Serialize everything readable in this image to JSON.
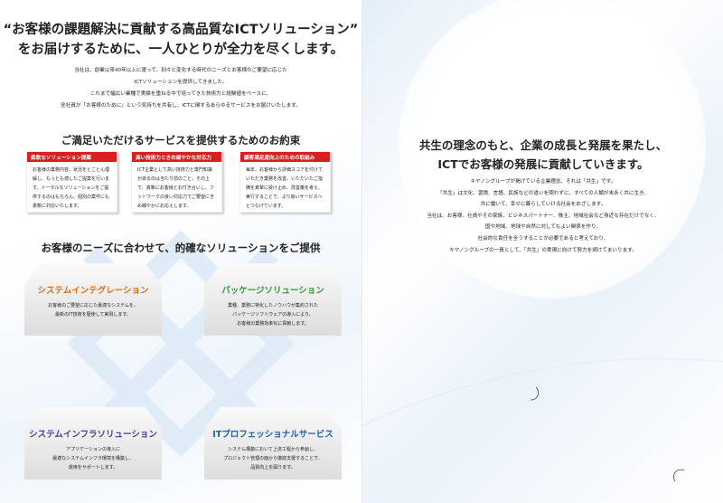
{
  "left": {
    "headline": [
      "“お客様の課題解決に貢献する高品質なICTソリューション”",
      "をお届けするために、一人ひとりが全力を尽くします。"
    ],
    "intro": [
      "当社は、創業以来40年以上に渡って、刻々と変化する時代のニーズとお客様のご要望に応じた",
      "ICTソリューションを提供してきました。",
      "これまで幅広い業種で実績を重ねる中で培ってきた技術力と経験値をベースに、",
      "全社員が「お客様のために」という気持ちを共有し、ICTに関するあらゆるサービスをお届けいたします。"
    ],
    "promise_title": "ご満足いただけるサービスを提供するためのお約束",
    "promises": [
      {
        "title": "柔軟なソリューション提案",
        "body": "お客様の業務内容、状況をとことん理解し、もっとも適したご提案を行います。トータルなソリューションをご提供するのはもちろん、個別の案件にも柔軟に対応いたします。"
      },
      {
        "title": "高い技術力ときめ細やかな対応力",
        "body": "ICT企業として高い技術力と専門知識があるのは当たり前のこと。その上で、真摯にお客様とお付き合いし、フットワークの良い対応力でご要望にきめ細やかにお応えします。"
      },
      {
        "title": "顧客満足度向上のための取組み",
        "body": "毎年、お客様から評価スコアを付けていただき業務を改善。いただいたご指摘を真摯に受け止め、改善策を考え、実行することで、より良いサービスへとつなげています。"
      }
    ],
    "solutions_title": "お客様のニーズに合わせて、的確なソリューションをご提供",
    "solutions": [
      {
        "title": "システムインテグレーション",
        "body": [
          "お客様のご要望に応じた最適なシステムを、",
          "最新のIT技術を駆使して実現します。"
        ],
        "color": "#e06a10"
      },
      {
        "title": "パッケージソリューション",
        "body": [
          "業種、業務に特化したノウハウが集約された",
          "パッケージソフトウェアの導入により、",
          "お客様の業務効率化に貢献します。"
        ],
        "color": "#2e9a2e"
      },
      {
        "title": "システムインフラソリューション",
        "body": [
          "アプリケーションの導入に",
          "最適なシステムインフラ環境を構築し、",
          "運用をサポートします。"
        ],
        "color": "#4a3a9a"
      },
      {
        "title": "ITプロフェッショナルサービス",
        "body": [
          "システム構築において上流工程から参画し、",
          "プロジェクト管理の面から徹底支援することで、",
          "品質向上を図ります。"
        ],
        "color": "#1e5fb0"
      }
    ]
  },
  "right": {
    "headline": [
      "共生の理念のもと、企業の成長と発展を果たし、",
      "ICTでお客様の発展に貢献していきます。"
    ],
    "body": [
      "キヤノングループが掲げている企業理念、それは「共生」です。",
      "「共生」は文化、習慣、言語、民族などの違いを問わずに、すべての人類が末永く共に生き、",
      "共に働いて、幸せに暮らしていける社会をめざします。",
      "当社は、お客様、社員やその家族、ビジネスパートナー、株主、地域社会など身近な存在だけでなく、",
      "国や地域、地球や自然に対してもよい関係を作り、",
      "社会的な責任を全うすることが必要であると考えており、",
      "キヤノングループの一員として、「共生」の実現に向けて努力を続けてまいります。"
    ]
  },
  "colors": {
    "accent_red": "#d92020",
    "lattice": "#dbe9f6"
  }
}
